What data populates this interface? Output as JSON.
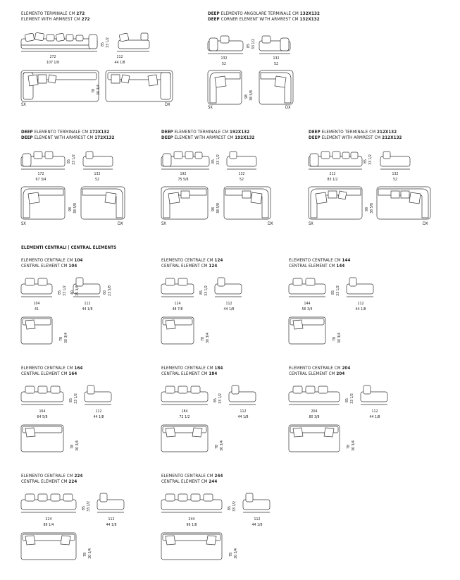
{
  "terminal_272": {
    "it_prefix": "",
    "it_rest": "ELEMENTO TERMINALE CM ",
    "it_size": "272",
    "en_prefix": "",
    "en_rest": "ELEMENT WITH ARMREST CM ",
    "en_size": "272",
    "w_cm": "272",
    "w_in": "107 1/8",
    "arm_cm": "112",
    "arm_in": "44 1/8",
    "h_cm": "85",
    "h_in": "33 1/2",
    "d_cm": "78",
    "d_in": "30 3/4",
    "sx": "SX",
    "dx": "DX"
  },
  "corner_132": {
    "it_prefix": "DEEP",
    "it_rest": " ELEMENTO ANGOLARE TERMINALE CM ",
    "it_size": "132X132",
    "en_prefix": "DEEP",
    "en_rest": " CORNER ELEMENT WITH ARMREST CM ",
    "en_size": "132X132",
    "w1_cm": "132",
    "w1_in": "52",
    "w2_cm": "132",
    "w2_in": "52",
    "h_cm": "85",
    "h_in": "33 1/2",
    "d_cm": "98",
    "d_in": "38 5/8",
    "sx": "SX",
    "dx": "DX"
  },
  "deep_172": {
    "it_prefix": "DEEP",
    "it_rest": " ELEMENTO TERMINALE CM ",
    "it_size": "172X132",
    "en_prefix": "DEEP",
    "en_rest": " ELEMENT WITH ARMREST CM ",
    "en_size": "172X132",
    "w_cm": "172",
    "w_in": "67 3/4",
    "arm_cm": "132",
    "arm_in": "52",
    "h_cm": "85",
    "h_in": "33 1/2",
    "d_cm": "98",
    "d_in": "38 5/8",
    "sx": "SX",
    "dx": "DX"
  },
  "deep_192": {
    "it_prefix": "DEEP",
    "it_rest": " ELEMENTO TERMINALE CM ",
    "it_size": "192X132",
    "en_prefix": "DEEP",
    "en_rest": " ELEMENT WITH ARMREST CM ",
    "en_size": "192X132",
    "w_cm": "192",
    "w_in": "75 5/8",
    "arm_cm": "132",
    "arm_in": "52",
    "h_cm": "85",
    "h_in": "33 1/2",
    "d_cm": "98",
    "d_in": "38 5/8",
    "sx": "SX",
    "dx": "DX"
  },
  "deep_212": {
    "it_prefix": "DEEP",
    "it_rest": " ELEMENTO TERMINALE CM ",
    "it_size": "212X132",
    "en_prefix": "DEEP",
    "en_rest": " ELEMENT WITH ARMREST CM ",
    "en_size": "212X132",
    "w_cm": "212",
    "w_in": "83 1/2",
    "arm_cm": "132",
    "arm_in": "52",
    "h_cm": "85",
    "h_in": "33 1/2",
    "d_cm": "98",
    "d_in": "38 5/8",
    "sx": "SX",
    "dx": "DX"
  },
  "section_title": "ELEMENTI CENTRALI | CENTRAL ELEMENTS",
  "central": [
    {
      "it": "ELEMENTO CENTRALE CM ",
      "it_size": "104",
      "en": "CENTRAL ELEMENT CM ",
      "en_size": "104",
      "w_cm": "104",
      "w_in": "41",
      "arm_cm": "112",
      "arm_in": "44 1/8",
      "h1_cm": "40",
      "h1_in": "15 3/4",
      "h2_cm": "60",
      "h2_in": "23 5/8",
      "h_cm": "85",
      "h_in": "33 1/2",
      "d_cm": "78",
      "d_in": "30 3/4"
    },
    {
      "it": "ELEMENTO CENTRALE CM ",
      "it_size": "124",
      "en": "CENTRAL ELEMENT CM ",
      "en_size": "124",
      "w_cm": "124",
      "w_in": "48 7/8",
      "arm_cm": "112",
      "arm_in": "44 1/8",
      "h_cm": "85",
      "h_in": "33 1/2",
      "d_cm": "78",
      "d_in": "30 3/4"
    },
    {
      "it": "ELEMENTO CENTRALE CM ",
      "it_size": "144",
      "en": "CENTRAL ELEMENT CM ",
      "en_size": "144",
      "w_cm": "144",
      "w_in": "56 3/4",
      "arm_cm": "112",
      "arm_in": "44 1/8",
      "h_cm": "85",
      "h_in": "33 1/2",
      "d_cm": "78",
      "d_in": "30 3/4"
    },
    {
      "it": "ELEMENTO CENTRALE CM ",
      "it_size": "164",
      "en": "CENTRAL ELEMENT CM ",
      "en_size": "164",
      "w_cm": "164",
      "w_in": "64 5/8",
      "arm_cm": "112",
      "arm_in": "44 1/8",
      "h_cm": "85",
      "h_in": "33 1/2",
      "d_cm": "78",
      "d_in": "30 3/4"
    },
    {
      "it": "ELEMENTO CENTRALE CM ",
      "it_size": "184",
      "en": "CENTRAL ELEMENT CM ",
      "en_size": "184",
      "w_cm": "184",
      "w_in": "72 1/2",
      "arm_cm": "112",
      "arm_in": "44 1/8",
      "h_cm": "85",
      "h_in": "33 1/2",
      "d_cm": "78",
      "d_in": "30 3/4"
    },
    {
      "it": "ELEMENTO CENTRALE CM ",
      "it_size": "204",
      "en": "CENTRAL ELEMENT CM ",
      "en_size": "204",
      "w_cm": "204",
      "w_in": "80 3/8",
      "arm_cm": "112",
      "arm_in": "44 1/8",
      "h_cm": "85",
      "h_in": "33 1/2",
      "d_cm": "78",
      "d_in": "30 3/4"
    },
    {
      "it": "ELEMENTO CENTRALE CM ",
      "it_size": "224",
      "en": "CENTRAL ELEMENT CM ",
      "en_size": "224",
      "w_cm": "224",
      "w_in": "88 1/4",
      "arm_cm": "112",
      "arm_in": "44 1/8",
      "h_cm": "85",
      "h_in": "33 1/2",
      "d_cm": "78",
      "d_in": "30 3/4"
    },
    {
      "it": "ELEMENTO CENTRALE CM ",
      "it_size": "244",
      "en": "CENTRAL ELEMENT CM ",
      "en_size": "244",
      "w_cm": "244",
      "w_in": "96 1/8",
      "arm_cm": "112",
      "arm_in": "44 1/8",
      "h_cm": "85",
      "h_in": "33 1/2",
      "d_cm": "78",
      "d_in": "30 3/4"
    }
  ]
}
